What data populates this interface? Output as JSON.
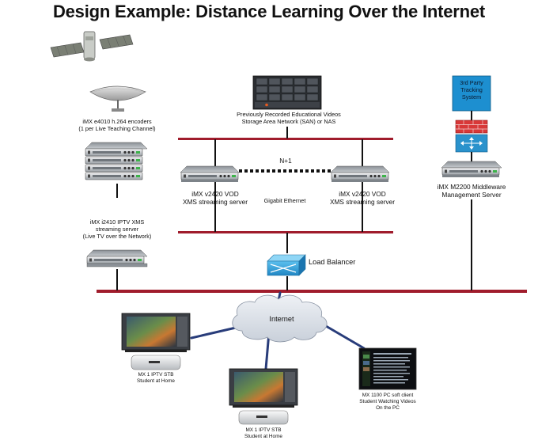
{
  "title": "Design Example: Distance Learning Over the Internet",
  "labels": {
    "encoders": [
      "iMX e4010 h.264 encoders",
      "(1 per Live Teaching Channel)"
    ],
    "storage": [
      "Previously Recorded Educational Videos",
      "Storage Area Network (SAN) or NAS"
    ],
    "tracking": [
      "3rd Party",
      "Tracking",
      "System"
    ],
    "vod_left": [
      "iMX v2420 VOD",
      "XMS streaming server"
    ],
    "vod_right": [
      "iMX v2420 VOD",
      "XMS streaming server"
    ],
    "n_plus_1": "N+1",
    "gigabit": "Gigabit Ethernet",
    "middleware": [
      "iMX M2200 Middleware",
      "Management Server"
    ],
    "iptv_server": [
      "iMX i2410 IPTV XMS",
      "streaming server",
      "(Live TV over the Network)"
    ],
    "load_balancer": "Load Balancer",
    "internet": "Internet",
    "stb_left": [
      "MX 1 IPTV STB",
      "Student at Home"
    ],
    "stb_center": [
      "MX 1 IPTV STB",
      "Student at Home"
    ],
    "pc_client": [
      "MX 1100 PC soft client",
      "Student Watching Videos",
      "On the PC"
    ]
  },
  "colors": {
    "bus": "#a01c2c",
    "link": "#283c7a",
    "tracking_box": "#1d8fd0",
    "firewall": "#d83838",
    "router": "#2a92cc",
    "load_balancer": "#2ea0dc",
    "cloud": "#d7dde6"
  }
}
